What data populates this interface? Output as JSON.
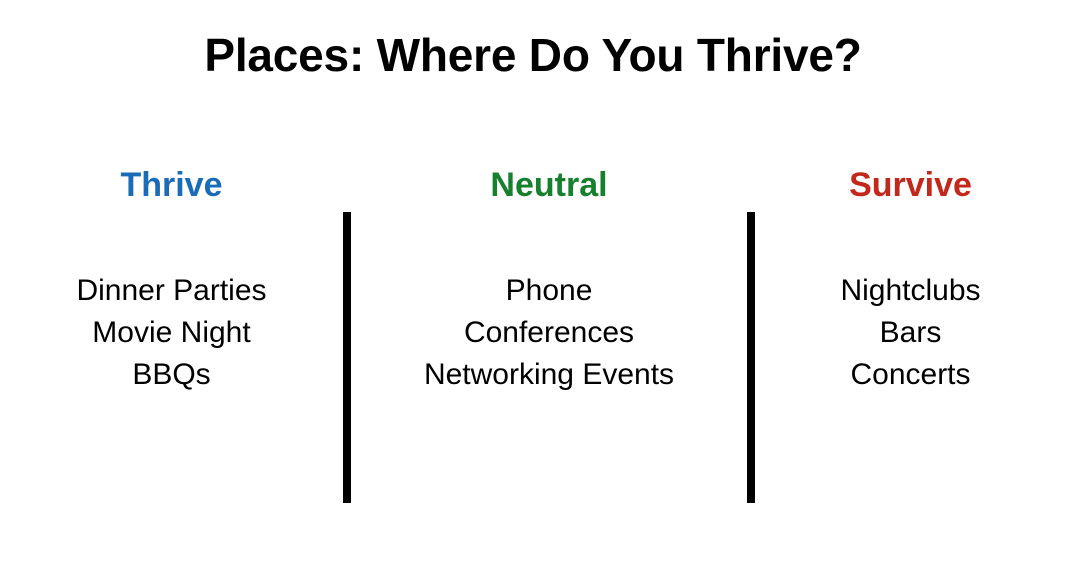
{
  "slide": {
    "title": "Places: Where Do You Thrive?",
    "background_color": "#ffffff",
    "columns": [
      {
        "id": "thrive",
        "header": "Thrive",
        "color": "#1a6cb8",
        "items": [
          "Dinner Parties",
          "Movie Night",
          "BBQs"
        ]
      },
      {
        "id": "neutral",
        "header": "Neutral",
        "color": "#16802e",
        "items": [
          "Phone",
          "Conferences",
          "Networking Events"
        ]
      },
      {
        "id": "survive",
        "header": "Survive",
        "color": "#c2281c",
        "items": [
          "Nightclubs",
          "Bars",
          "Concerts"
        ]
      }
    ],
    "dividers": 2
  }
}
